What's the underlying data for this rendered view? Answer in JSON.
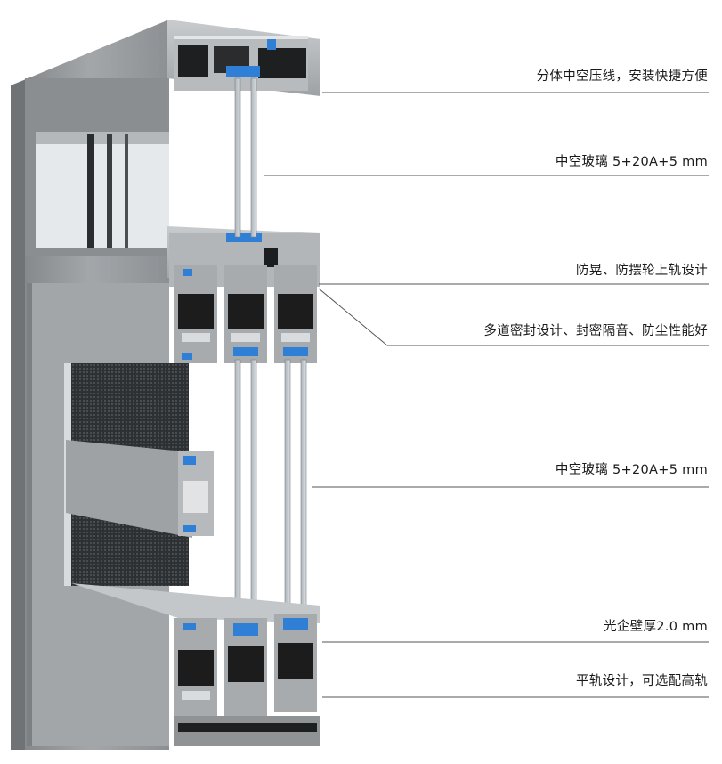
{
  "callouts": [
    {
      "text": "分体中空压线，安装快捷方便"
    },
    {
      "text": "中空玻璃 5+20A+5 mm"
    },
    {
      "text": "防晃、防摆轮上轨设计"
    },
    {
      "text": "多道密封设计、封密隔音、防尘性能好"
    },
    {
      "text": "中空玻璃 5+20A+5 mm"
    },
    {
      "text": "光企壁厚2.0 mm"
    },
    {
      "text": "平轨设计，可选配高轨"
    }
  ],
  "colors": {
    "frame_face": "#9a9ea1",
    "frame_dark": "#6d7174",
    "frame_light": "#c5c8ca",
    "profile_black": "#1c1c1c",
    "gasket_blue": "#2f7fd6",
    "glass": "#c8ced2",
    "mesh": "#3a3d40"
  }
}
